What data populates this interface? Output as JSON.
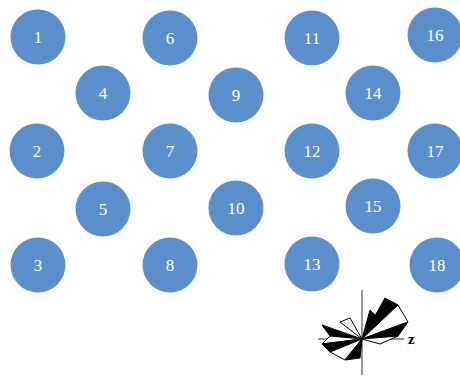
{
  "diagram": {
    "nodes": [
      {
        "text": [
          "1"
        ]
      },
      {
        "text": [
          "6"
        ]
      },
      {
        "text": [
          "11"
        ]
      },
      {
        "text": [
          "16"
        ]
      },
      {
        "text": [
          "4"
        ]
      },
      {
        "text": [
          "9"
        ]
      },
      {
        "text": [
          "14"
        ]
      },
      {
        "text": [
          "2"
        ]
      },
      {
        "text": [
          "7"
        ]
      },
      {
        "text": [
          "12"
        ]
      },
      {
        "text": [
          "17"
        ]
      },
      {
        "text": [
          "5"
        ]
      },
      {
        "text": [
          "10"
        ]
      },
      {
        "text": [
          "15"
        ]
      },
      {
        "text": [
          "3"
        ]
      },
      {
        "text": [
          "8"
        ]
      },
      {
        "text": [
          "13"
        ]
      },
      {
        "text": [
          "18"
        ]
      }
    ],
    "labels": [
      "z"
    ]
  }
}
